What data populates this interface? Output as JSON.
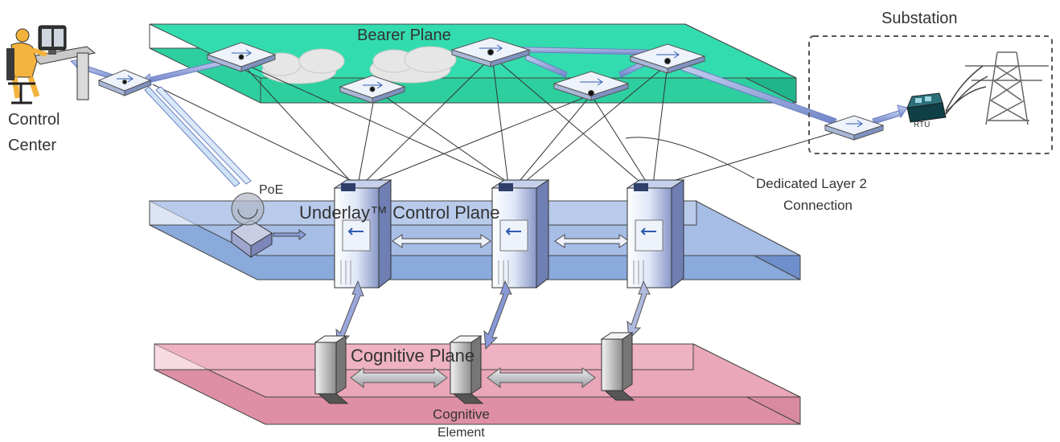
{
  "labels": {
    "bearer_plane": "Bearer Plane",
    "control_plane": "Underlay™ Control Plane",
    "cognitive_plane": "Cognitive Plane",
    "substation": "Substation",
    "control_center_line1": "Control",
    "control_center_line2": "Center",
    "poe": "PoE",
    "rtu": "RTU",
    "dedicated_line1": "Dedicated Layer 2",
    "dedicated_line2": "Connection",
    "cognitive_element_line1": "Cognitive",
    "cognitive_element_line2": "Element"
  },
  "colors": {
    "bearer_plane": "#2fd9a9",
    "control_plane": "#8aaadb",
    "cognitive_plane": "#e9a2b4",
    "link_arrow": "#8a9ed8",
    "cognitive_arrow": "#b9bcc2"
  },
  "icons": [
    "operator-icon",
    "switch-icon",
    "cloud-icon",
    "server-tower-icon",
    "cognitive-element-icon",
    "rtu-icon",
    "transmission-tower-icon",
    "poe-device-icon"
  ]
}
